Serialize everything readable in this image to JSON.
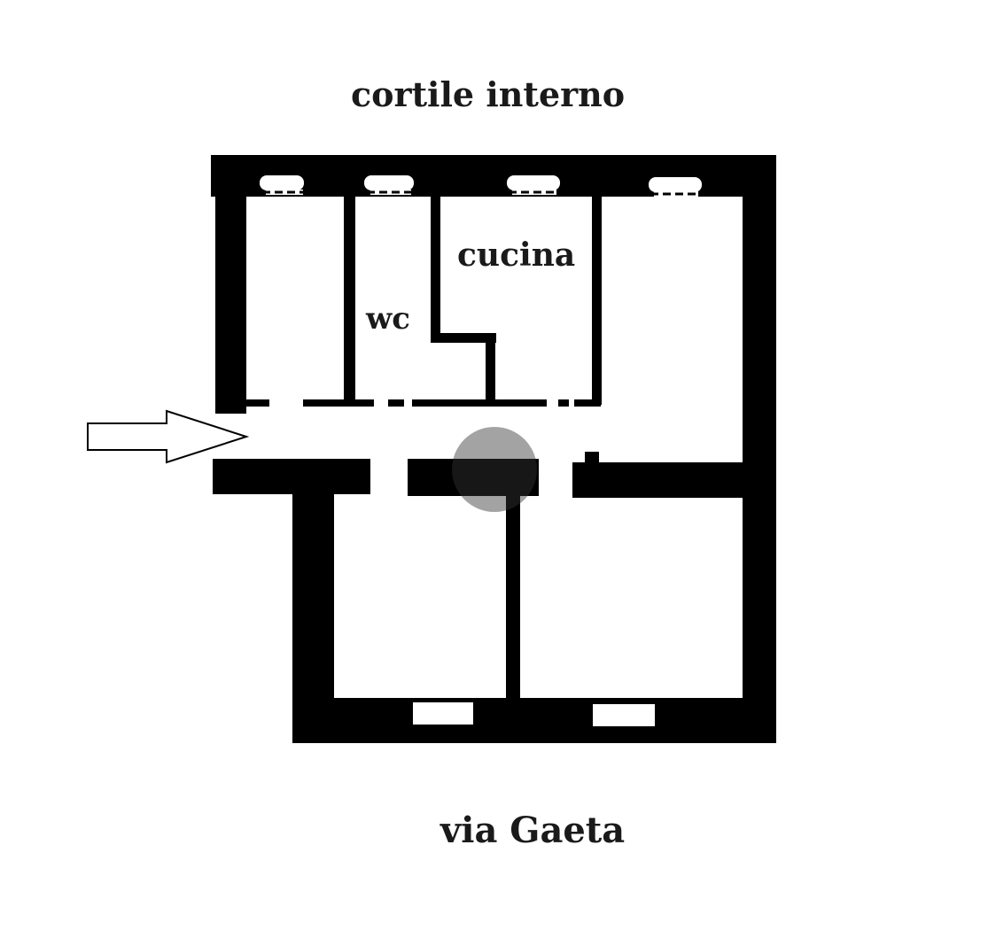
{
  "labels": {
    "top_street": "cortile interno",
    "bottom_street": "via Gaeta",
    "kitchen": "cucina",
    "wc": "wc"
  },
  "icons": {
    "entrance": "arrow-right-icon"
  },
  "colors": {
    "wall": "#000000",
    "background": "#ffffff",
    "text": "#1a1a1a"
  }
}
